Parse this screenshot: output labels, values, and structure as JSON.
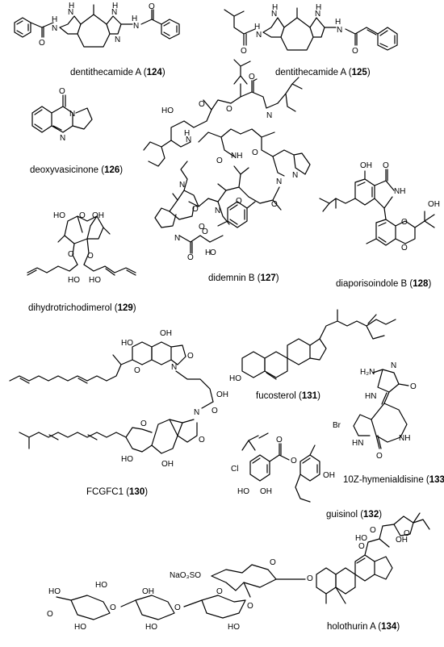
{
  "compounds": [
    {
      "name": "dentithecamide A",
      "number": "124"
    },
    {
      "name": "dentithecamide A",
      "number": "125"
    },
    {
      "name": "deoxyvasicinone",
      "number": "126"
    },
    {
      "name": "didemnin B",
      "number": "127"
    },
    {
      "name": "diaporisoindole B",
      "number": "128"
    },
    {
      "name": "dihydrotrichodimerol",
      "number": "129"
    },
    {
      "name": "FCGFC1",
      "number": "130"
    },
    {
      "name": "fucosterol",
      "number": "131"
    },
    {
      "name": "guisinol",
      "number": "132"
    },
    {
      "name": "10Z-hymenialdisine",
      "number": "133"
    },
    {
      "name": "holothurin A",
      "number": "134"
    }
  ],
  "atom_labels": {
    "O": "O",
    "N": "N",
    "H": "H",
    "NH": "NH",
    "HN": "HN",
    "OH": "OH",
    "HO": "HO",
    "H2N": "H₂N",
    "Br": "Br",
    "Cl": "Cl",
    "NaO3SO": "NaO₃SO",
    "H_italic": "H"
  }
}
